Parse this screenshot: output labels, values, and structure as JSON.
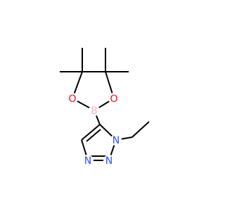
{
  "molecule": {
    "atom_labels": {
      "O1": "O",
      "O2": "O",
      "B": "B",
      "N1": "N",
      "N2": "N",
      "N3": "N"
    },
    "colors": {
      "bond": "#000000",
      "oxygen": "#ff0d0d",
      "boron": "#ffb5b5",
      "nitrogen": "#3050f8"
    }
  }
}
